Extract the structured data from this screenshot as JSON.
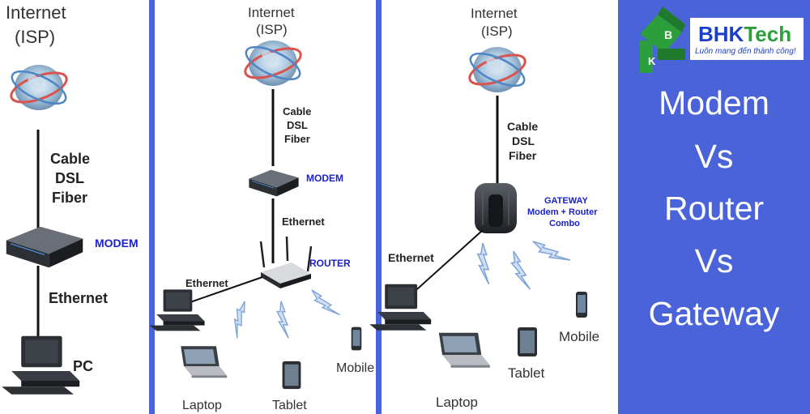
{
  "colors": {
    "accent_blue": "#4a63d9",
    "label_blue": "#1a22c8",
    "brand_green": "#2c9e3c",
    "ethernet_line": "#111111",
    "wireless": "#7ea3d6"
  },
  "panel1": {
    "internet": "Internet",
    "isp": "(ISP)",
    "conn1": "Cable",
    "conn2": "DSL",
    "conn3": "Fiber",
    "modem_label": "MODEM",
    "ethernet": "Ethernet",
    "pc": "PC"
  },
  "panel2": {
    "internet": "Internet",
    "isp": "(ISP)",
    "conn1": "Cable",
    "conn2": "DSL",
    "conn3": "Fiber",
    "modem_label": "MODEM",
    "ethernet_top": "Ethernet",
    "router_label": "ROUTER",
    "ethernet_left": "Ethernet",
    "laptop": "Laptop",
    "tablet": "Tablet",
    "mobile": "Mobile"
  },
  "panel3": {
    "internet": "Internet",
    "isp": "(ISP)",
    "conn1": "Cable",
    "conn2": "DSL",
    "conn3": "Fiber",
    "gateway1": "GATEWAY",
    "gateway2": "Modem + Router",
    "gateway3": "Combo",
    "ethernet": "Ethernet",
    "laptop": "Laptop",
    "tablet": "Tablet",
    "mobile": "Mobile"
  },
  "brand": {
    "name_a": "BHK",
    "name_b": "Tech",
    "slogan": "Luôn mang đến thành công!",
    "title1": "Modem",
    "title2": "Vs",
    "title3": "Router",
    "title4": "Vs",
    "title5": "Gateway"
  },
  "icons": [
    "globe-icon",
    "modem-icon",
    "router-icon",
    "gateway-icon",
    "pc-icon",
    "laptop-icon",
    "tablet-icon",
    "mobile-icon",
    "wireless-signal-icon",
    "bhk-logo"
  ]
}
